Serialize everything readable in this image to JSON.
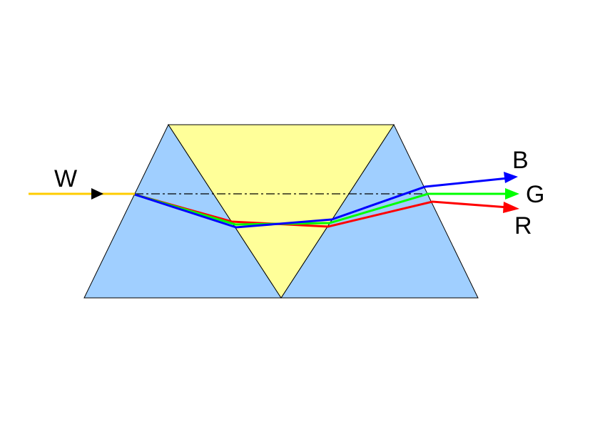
{
  "labels": {
    "incident": "W",
    "blue": "B",
    "green": "G",
    "red": "R"
  },
  "colors": {
    "side_prism": "#a0cfff",
    "center_prism": "#ffff99",
    "incident": "#ffcc00",
    "blue": "#0000ff",
    "green": "#00ff00",
    "red": "#ff0000"
  }
}
